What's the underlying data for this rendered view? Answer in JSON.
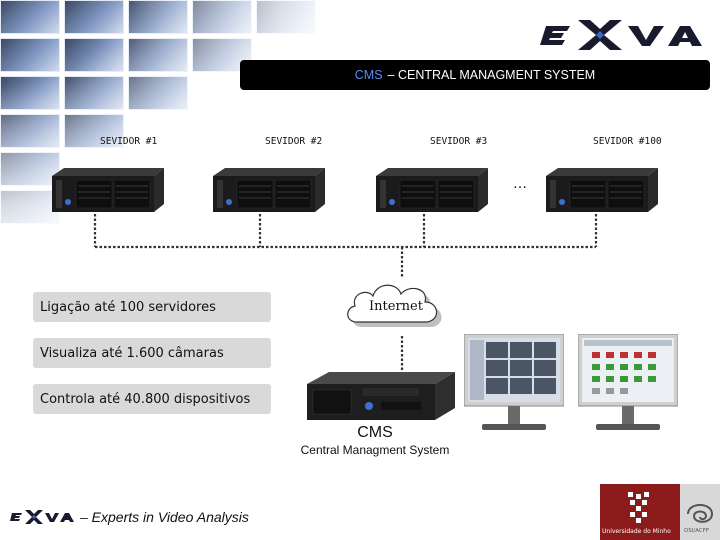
{
  "header": {
    "logo_text": "eXva",
    "title_accent": "CMS",
    "title_rest": "– CENTRAL MANAGMENT SYSTEM"
  },
  "servers": [
    {
      "label": "SEVIDOR #1"
    },
    {
      "label": "SEVIDOR #2"
    },
    {
      "label": "SEVIDOR #3"
    },
    {
      "label": "SEVIDOR #100"
    }
  ],
  "ellipsis": "…",
  "network": {
    "cloud_label": "Internet"
  },
  "features": [
    {
      "label": "Ligação até 100 servidores"
    },
    {
      "label": "Visualiza até 1.600 câmaras"
    },
    {
      "label": "Controla até 40.800 dispositivos"
    }
  ],
  "cms": {
    "title": "CMS",
    "subtitle": "Central Managment System"
  },
  "footer": {
    "tagline": "– Experts in Video Analysis",
    "university": "Universidade do Minho",
    "department": "DSI/ACFF"
  },
  "colors": {
    "title_bg": "#000000",
    "title_accent": "#5b8df0",
    "feature_bg": "#d9d9d9",
    "uminho_red": "#8c1c1c"
  },
  "icons": {
    "server": "rack-server-icon",
    "cloud": "internet-cloud-icon",
    "monitor": "monitor-icon"
  }
}
